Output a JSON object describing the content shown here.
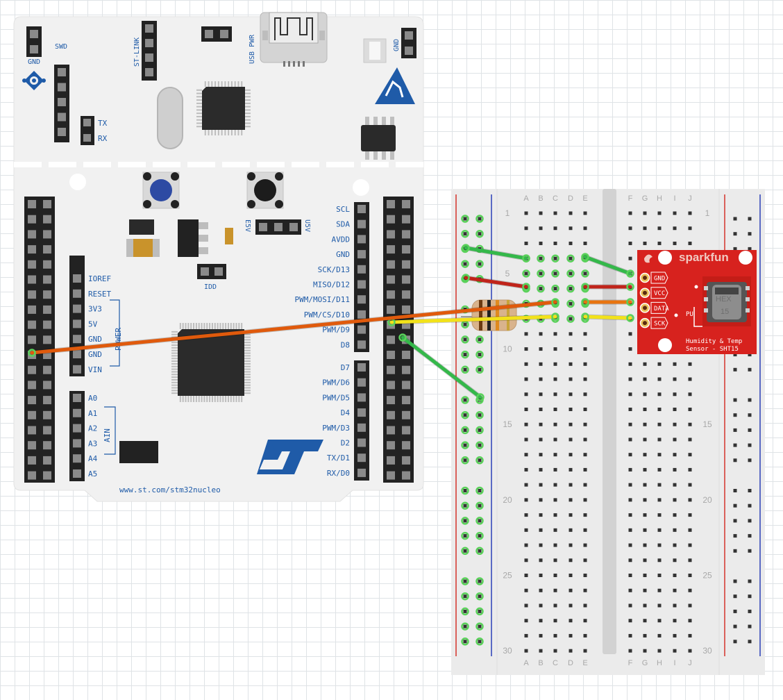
{
  "board": {
    "name_url": "www.st.com/stm32nucleo",
    "swd_label": "SWD",
    "gnd_label": "GND",
    "stlink_label": "ST-LINK",
    "usb_pwr_label": "USB PWR",
    "gnd_right_label": "GND",
    "tx_label": "TX",
    "rx_label": "RX",
    "e5v_label": "E5V",
    "u5v_label": "U5V",
    "idd_label": "IDD",
    "power_group_label": "POWER",
    "ain_group_label": "AIN",
    "power_pins": [
      "IOREF",
      "RESET",
      "3V3",
      "5V",
      "GND",
      "GND",
      "VIN"
    ],
    "analog_pins": [
      "A0",
      "A1",
      "A2",
      "A3",
      "A4",
      "A5"
    ],
    "digital_top_pins": [
      "SCL",
      "SDA",
      "AVDD",
      "GND",
      "SCK/D13",
      "MISO/D12",
      "PWM/MOSI/D11",
      "PWM/CS/D10",
      "PWM/D9",
      "D8"
    ],
    "digital_bottom_pins": [
      "D7",
      "PWM/D6",
      "PWM/D5",
      "D4",
      "PWM/D3",
      "D2",
      "TX/D1",
      "RX/D0"
    ],
    "st_logo_text": "ST"
  },
  "breadboard": {
    "columns_left": [
      "A",
      "B",
      "C",
      "D",
      "E"
    ],
    "columns_right": [
      "F",
      "G",
      "H",
      "I",
      "J"
    ],
    "row_markers": [
      "1",
      "5",
      "10",
      "15",
      "20",
      "25",
      "30"
    ]
  },
  "sensor": {
    "brand": "sparkfun",
    "pins": [
      "GND",
      "VCC",
      "DATA",
      "SCK"
    ],
    "pu_label": "PU",
    "chip_top": "HEX",
    "chip_bottom": "15",
    "caption_line1": "Humidity & Temp",
    "caption_line2": "Sensor - SHT15"
  },
  "wires": [
    {
      "name": "gnd-wire-green",
      "color": "#34b84a"
    },
    {
      "name": "vcc-wire-red",
      "color": "#c0241a"
    },
    {
      "name": "data-wire-orange",
      "color": "#e8740f"
    },
    {
      "name": "sck-wire-yellow",
      "color": "#f2e21a"
    },
    {
      "name": "board-gnd-wire-green",
      "color": "#34b84a"
    },
    {
      "name": "board-data-wire-orange",
      "color": "#e05a0c"
    }
  ],
  "colors": {
    "board": "#f1f1f1",
    "header": "#2b2b2b",
    "sensor_pcb": "#d7221e",
    "breadboard": "#ebebeb",
    "rail_red": "#d4332b",
    "rail_blue": "#2a3fb8",
    "st_blue": "#1f5ba8"
  }
}
